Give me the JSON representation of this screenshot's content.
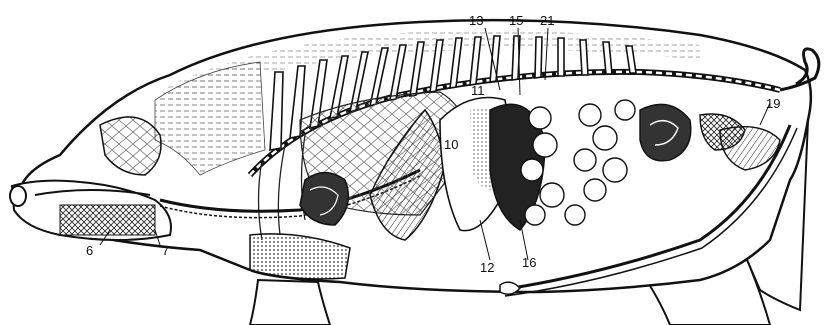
{
  "figure": {
    "colors": {
      "ink": "#111111",
      "paper": "#ffffff",
      "shade": "#777777"
    },
    "labels": {
      "l6": "6",
      "l7": "7",
      "l10": "10",
      "l11": "11",
      "l12": "12",
      "l13": "13",
      "l15": "15",
      "l16": "16",
      "l19": "19",
      "l21": "21"
    }
  }
}
